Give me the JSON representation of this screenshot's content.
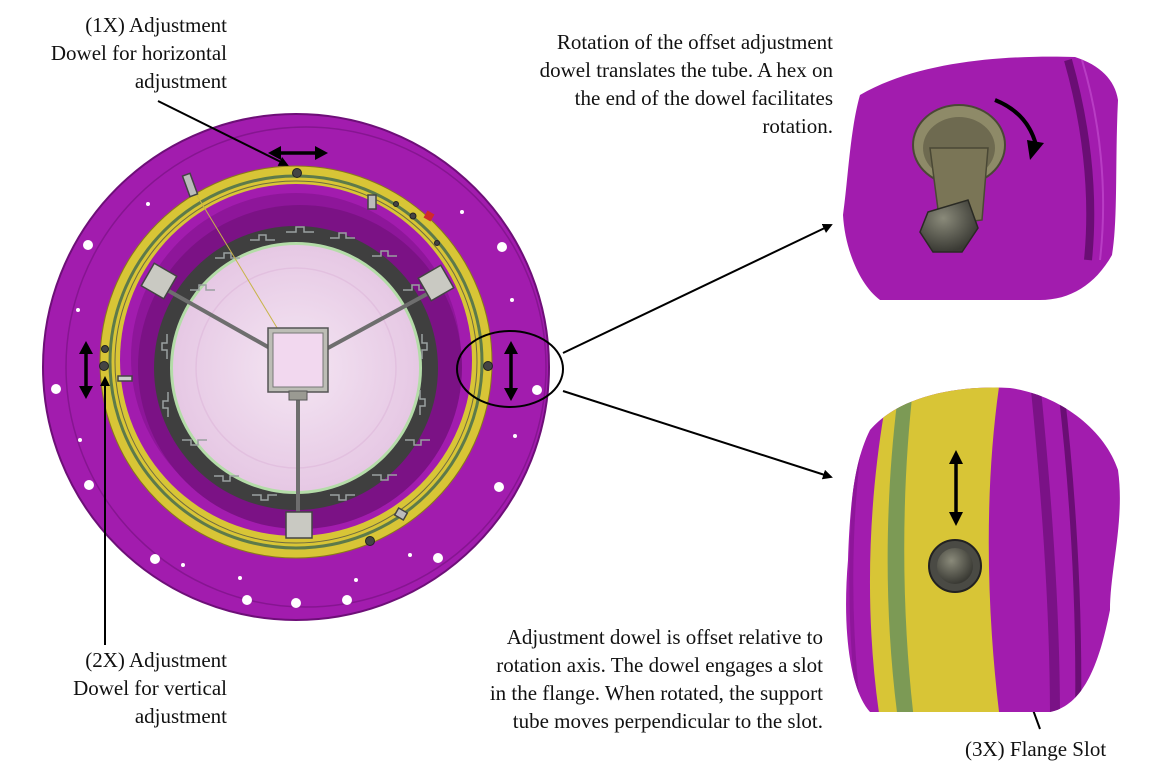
{
  "labels": {
    "horizontal_dowel": [
      "(1X) Adjustment",
      "Dowel for horizontal",
      "adjustment"
    ],
    "vertical_dowel": [
      "(2X) Adjustment",
      "Dowel for vertical",
      "adjustment"
    ],
    "rotation_note": [
      "Rotation of the offset adjustment",
      "dowel translates the tube.  A hex on",
      "the end of the dowel facilitates",
      "rotation."
    ],
    "offset_note": [
      "Adjustment dowel is offset relative to",
      "rotation axis.  The dowel engages a slot",
      "in the flange.  When rotated, the support",
      "tube moves perpendicular to the slot."
    ],
    "flange_slot": "(3X) Flange Slot"
  },
  "colors": {
    "flange_purple": "#a21cae",
    "flange_purple_dark": "#7f148a",
    "ring_yellow": "#d8c536",
    "green_band": "#7c9a55",
    "dark_ring": "#3f3f3f",
    "window_pink": "#f0dcef"
  },
  "icons": [
    "double-arrow-horizontal-icon",
    "double-arrow-vertical-icon",
    "rotation-arrow-icon"
  ]
}
